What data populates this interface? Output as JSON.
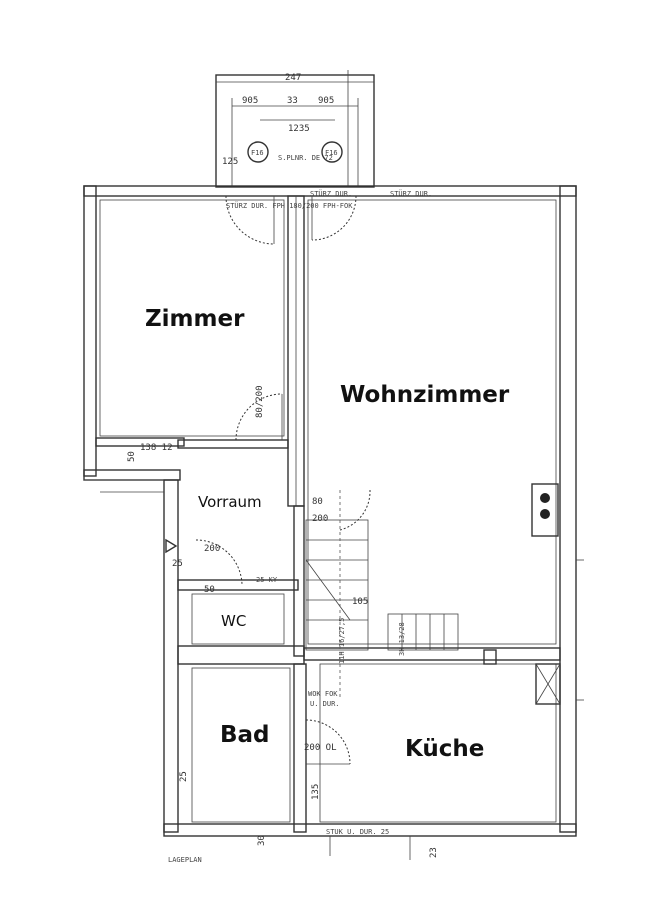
{
  "rooms": {
    "zimmer": "Zimmer",
    "wohnzimmer": "Wohnzimmer",
    "vorraum": "Vorraum",
    "wc": "WC",
    "bad": "Bad",
    "kueche": "Küche"
  },
  "balcony": {
    "total_width": "247",
    "left_width": "905",
    "middle_width": "33",
    "right_width": "905",
    "opening_width": "1235",
    "side_dim": "125",
    "window_tag_left": "F16",
    "window_tag_right": "F16",
    "note": "S.PLNR. DE 72"
  },
  "annotations": {
    "top_left_window": "STÜRZ DUR. FPH 180/200 FPH-FOK",
    "top_right_window": "STÜRZ DUR.",
    "top_far_right": "STÜRZ DUR.",
    "zimmer_door": "80/200",
    "zimmer_bottom_dims": "138 12",
    "zimmer_bottom_side": "50",
    "vorraum_door": "80",
    "vorraum_door_height": "200",
    "vorraum_lower_door": "200",
    "vorraum_side": "25",
    "wc_dims": "50",
    "wc_label_dims": "25 KY",
    "stair_dims": "105",
    "stair_note_left": "11H 16/27,5",
    "stair_note_right": "3H 13/28",
    "wok": "WOK FOK",
    "wok_sub": "U. DUR.",
    "bad_door": "200 OL",
    "bad_side_1": "25",
    "bad_side_2": "135",
    "bottom_30": "30",
    "bottom_note": "STUK U. DUR. 25",
    "bottom_right_dim": "23",
    "bottom_left_note": "LAGEPLAN"
  }
}
